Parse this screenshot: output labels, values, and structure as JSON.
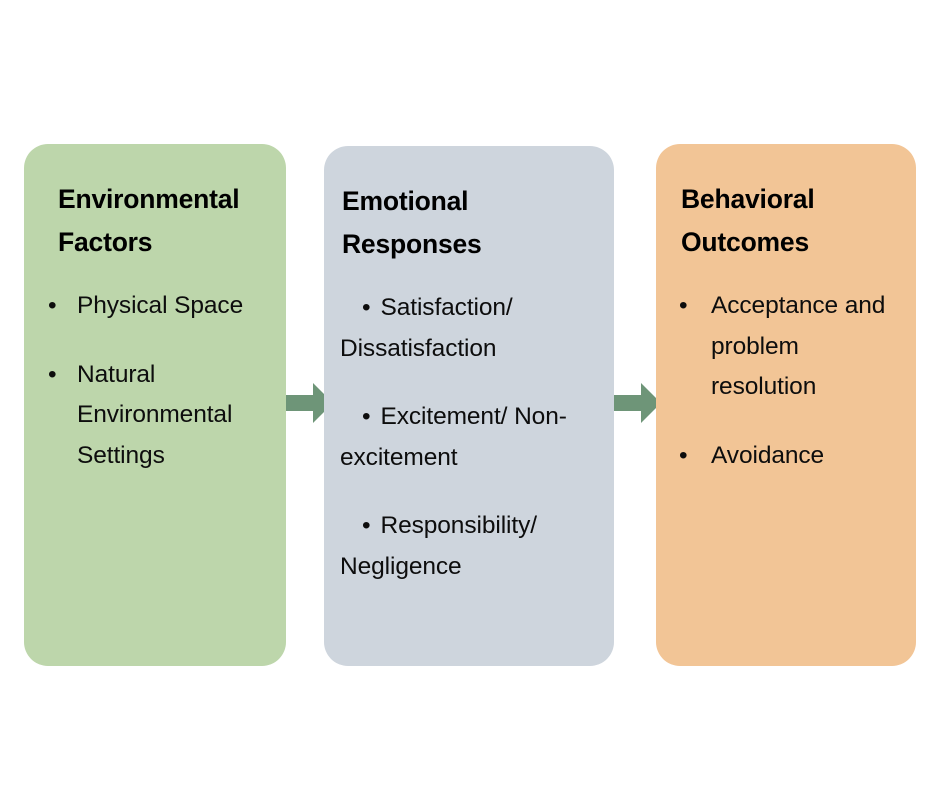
{
  "diagram": {
    "type": "flow",
    "direction": "left-to-right",
    "background": "#ffffff",
    "nodes": [
      {
        "id": "environmental-factors",
        "title": "Environmental\nFactors",
        "color": "#bdd6ab",
        "bullet_style": "hanging",
        "bullets": [
          "Physical Space",
          "Natural Environmental Settings"
        ]
      },
      {
        "id": "emotional-responses",
        "title": "Emotional\nResponses",
        "color": "#ced5dd",
        "bullet_style": "flowing",
        "bullets": [
          "Satisfaction/ Dissatisfaction",
          "Excitement/ Non-excitement",
          "Responsibility/ Negligence"
        ]
      },
      {
        "id": "behavioral-outcomes",
        "title": "Behavioral\nOutcomes",
        "color": "#f2c596",
        "bullet_style": "hanging",
        "bullets": [
          "Acceptance and problem resolution",
          "Avoidance"
        ]
      }
    ],
    "connectors": [
      {
        "id": "arrow-1",
        "from": "environmental-factors",
        "to": "emotional-responses",
        "glyph": "right-arrow",
        "color": "#6e9578"
      },
      {
        "id": "arrow-2",
        "from": "emotional-responses",
        "to": "behavioral-outcomes",
        "glyph": "right-arrow",
        "color": "#6e9578"
      }
    ],
    "bullet_glyph": "•"
  }
}
